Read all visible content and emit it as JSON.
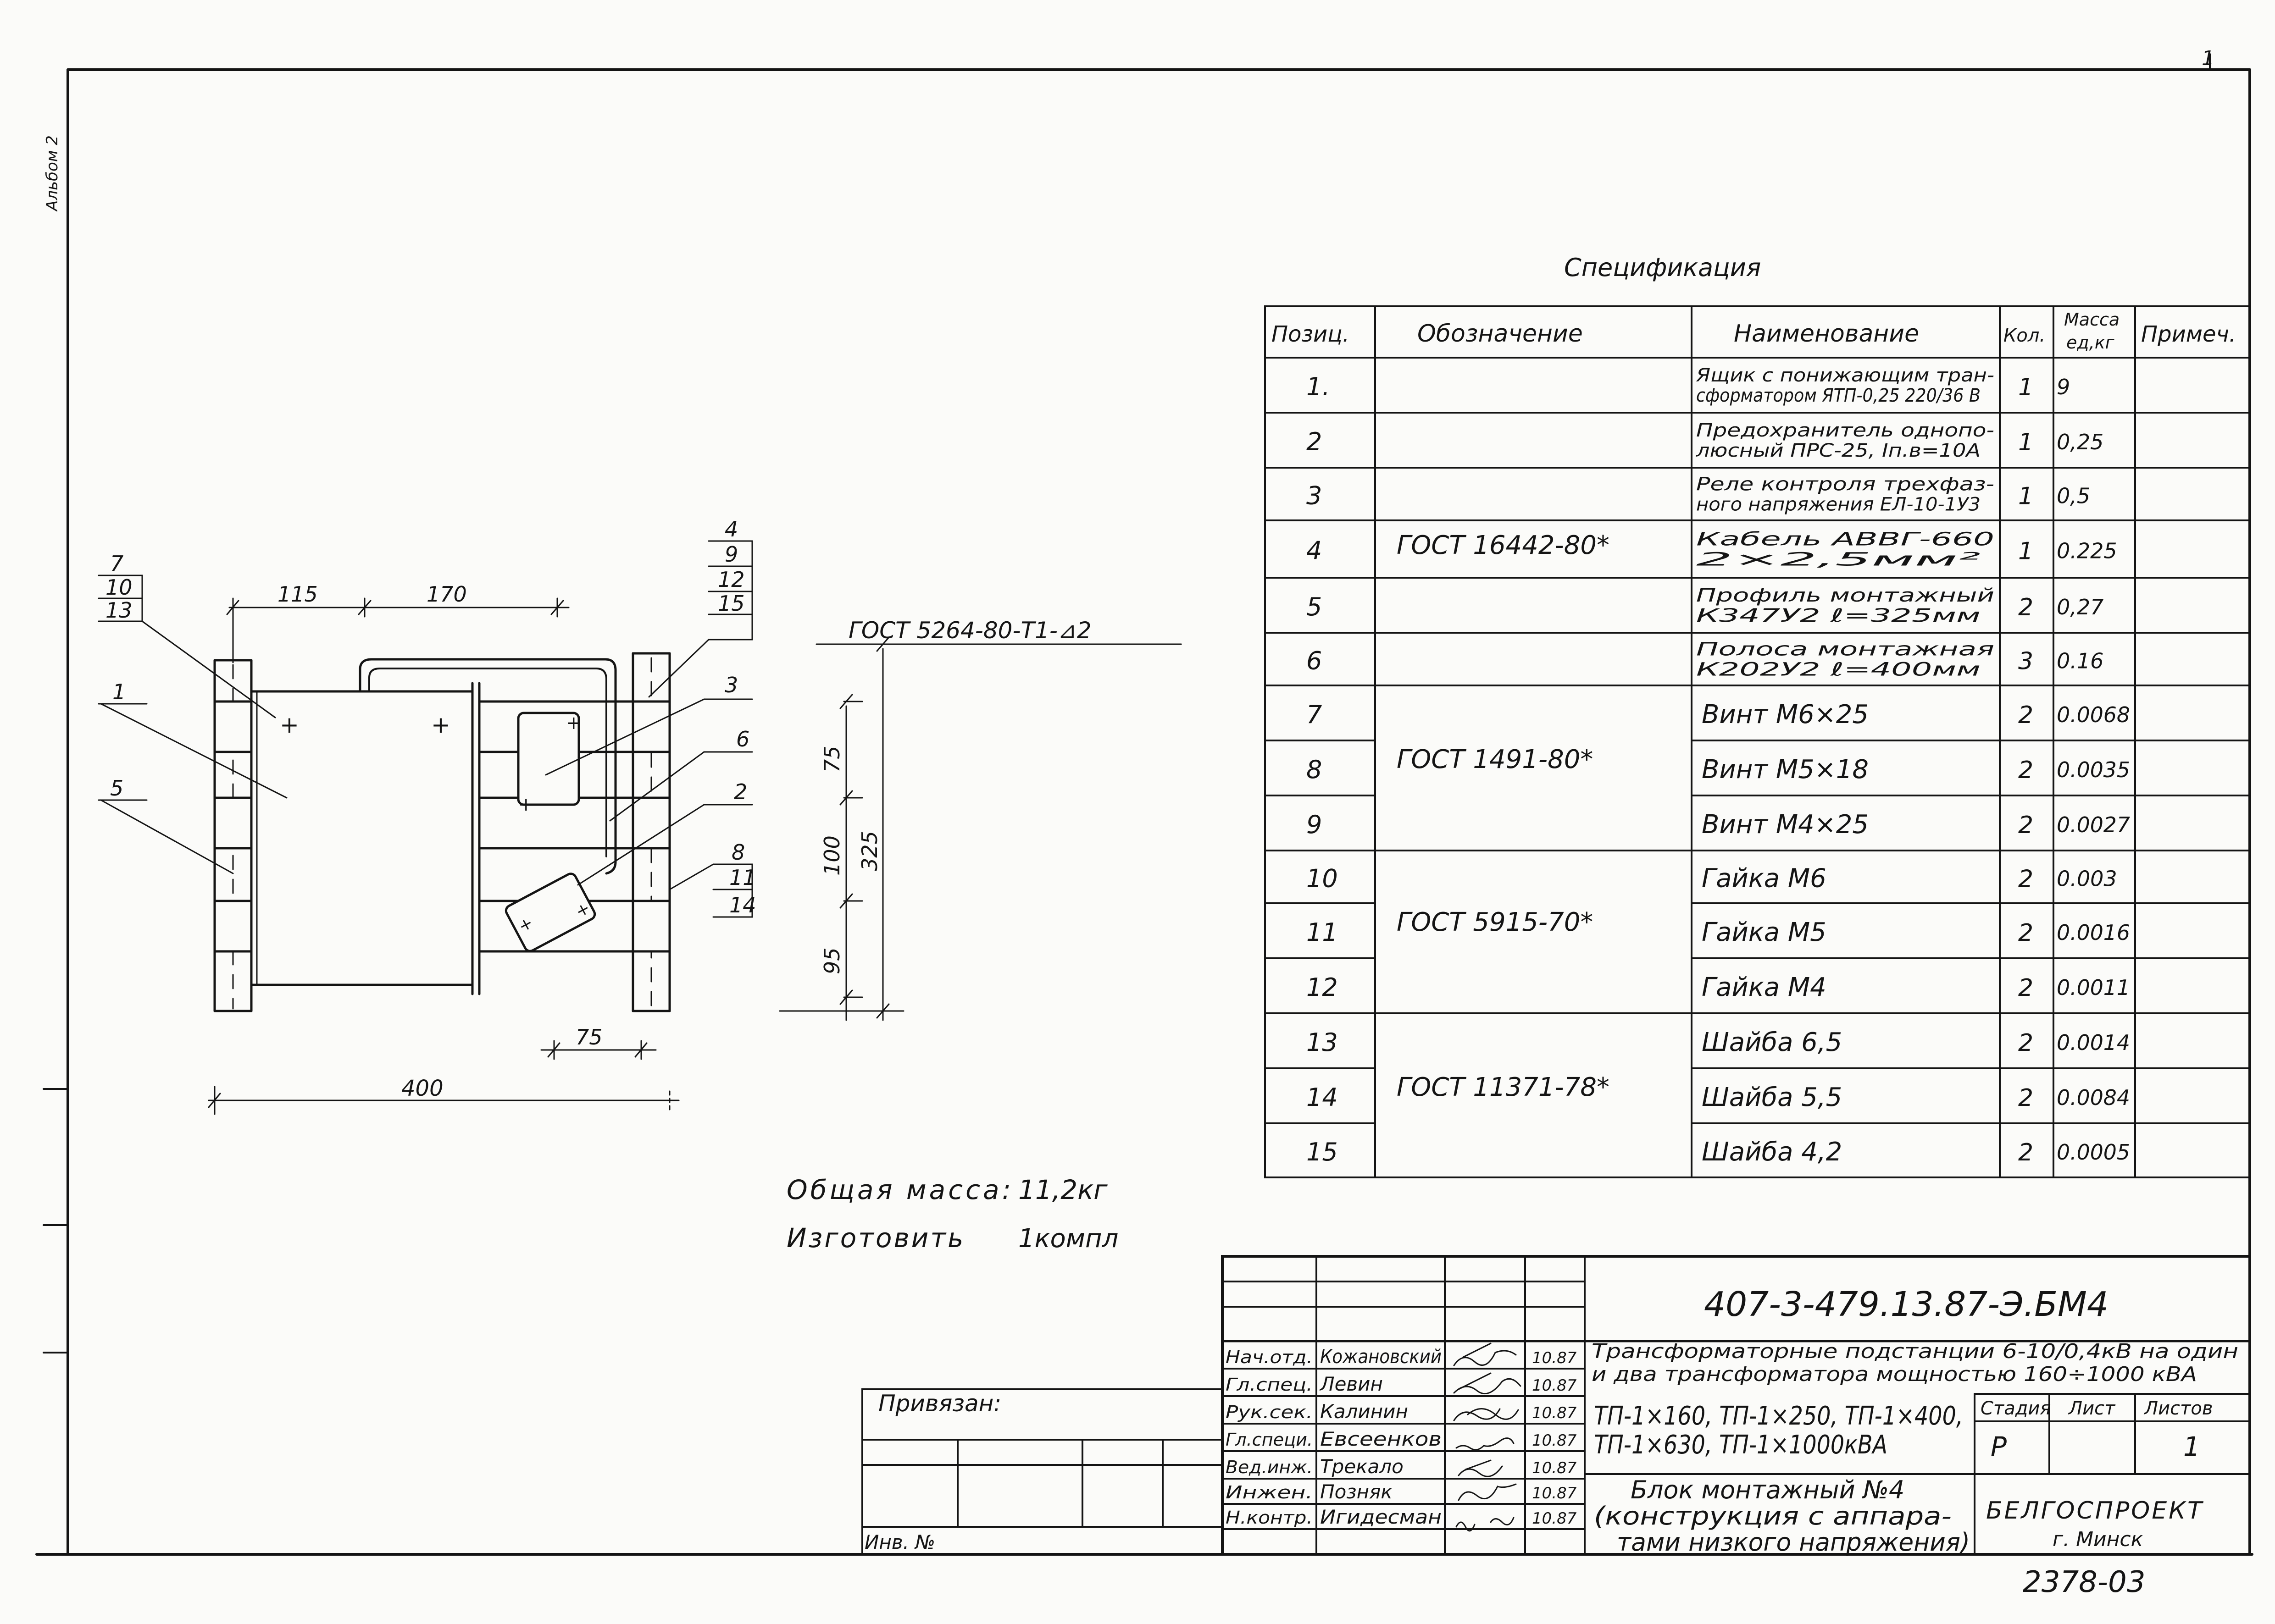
{
  "margin_note": "Альбом 2",
  "top_mark": "1",
  "spec": {
    "title": "Спецификация",
    "headers": {
      "pos": "Позиц.",
      "designation": "Обозначение",
      "name": "Наименование",
      "qty": "Кол.",
      "mass_l1": "Масса",
      "mass_l2": "ед,кг",
      "note": "Примеч."
    },
    "rows": [
      {
        "pos": "1.",
        "name": [
          "Ящик с понижающим тран-",
          "сформатором ЯТП-0,25 220/36 В"
        ],
        "qty": "1",
        "mass": "9"
      },
      {
        "pos": "2",
        "name": [
          "Предохранитель однопо-",
          "люсный ПРС-25, Iп.в=10А"
        ],
        "qty": "1",
        "mass": "0,25"
      },
      {
        "pos": "3",
        "name": [
          "Реле контроля трехфаз-",
          "ного напряжения ЕЛ-10-1У3"
        ],
        "qty": "1",
        "mass": "0,5"
      },
      {
        "pos": "4",
        "name": [
          "Кабель АВВГ-660",
          "2×2,5мм²"
        ],
        "qty": "1",
        "mass": "0.225"
      },
      {
        "pos": "5",
        "name": [
          "Профиль монтажный",
          "К347У2 ℓ=325мм"
        ],
        "qty": "2",
        "mass": "0,27"
      },
      {
        "pos": "6",
        "name": [
          "Полоса монтажная",
          "К202У2 ℓ=400мм"
        ],
        "qty": "3",
        "mass": "0.16"
      },
      {
        "pos": "7",
        "name": [
          "Винт М6×25"
        ],
        "qty": "2",
        "mass": "0.0068"
      },
      {
        "pos": "8",
        "name": [
          "Винт М5×18"
        ],
        "qty": "2",
        "mass": "0.0035"
      },
      {
        "pos": "9",
        "name": [
          "Винт М4×25"
        ],
        "qty": "2",
        "mass": "0.0027"
      },
      {
        "pos": "10",
        "name": [
          "Гайка М6"
        ],
        "qty": "2",
        "mass": "0.003"
      },
      {
        "pos": "11",
        "name": [
          "Гайка М5"
        ],
        "qty": "2",
        "mass": "0.0016"
      },
      {
        "pos": "12",
        "name": [
          "Гайка М4"
        ],
        "qty": "2",
        "mass": "0.0011"
      },
      {
        "pos": "13",
        "name": [
          "Шайба 6,5"
        ],
        "qty": "2",
        "mass": "0.0014"
      },
      {
        "pos": "14",
        "name": [
          "Шайба 5,5"
        ],
        "qty": "2",
        "mass": "0.0084"
      },
      {
        "pos": "15",
        "name": [
          "Шайба 4,2"
        ],
        "qty": "2",
        "mass": "0.0005"
      }
    ],
    "designations": [
      {
        "text": "ГОСТ 16442-80*"
      },
      {
        "text": "ГОСТ 1491-80*"
      },
      {
        "text": "ГОСТ 5915-70*"
      },
      {
        "text": "ГОСТ 11371-78*"
      }
    ]
  },
  "drawing": {
    "weld_note": "ГОСТ 5264-80-Т1-⊿2",
    "dims": {
      "d115": "115",
      "d170": "170",
      "d75_top": "75",
      "d100": "100",
      "d95": "95",
      "d325": "325",
      "d75_bottom": "75",
      "d400": "400"
    },
    "leaders": {
      "l7": "7",
      "l10": "10",
      "l13": "13",
      "l1": "1",
      "l5": "5",
      "l4": "4",
      "l9": "9",
      "l12": "12",
      "l15": "15",
      "l3": "3",
      "l6": "6",
      "l2": "2",
      "l8": "8",
      "l11": "11",
      "l14": "14"
    }
  },
  "notes": {
    "mass_label": "Общая масса:",
    "mass_value": "11,2кг",
    "make_label": "Изготовить",
    "make_value": "1компл"
  },
  "title_block": {
    "doc_code": "407-3-479.13.87-Э.БМ4",
    "title_line1": "Трансформаторные подстанции 6-10/0,4кВ на один",
    "title_line2": "и два трансформатора мощностью 160÷1000 кВА",
    "subtitle_line1": "ТП-1×160, ТП-1×250, ТП-1×400,",
    "subtitle_line2": "ТП-1×630, ТП-1×1000кВА",
    "block_line1": "Блок монтажный №4",
    "block_line2": "(конструкция с аппара-",
    "block_line3": "тами низкого напряжения)",
    "stage_label": "Стадия",
    "sheet_label": "Лист",
    "sheets_label": "Листов",
    "stage": "Р",
    "sheets": "1",
    "org": "БЕЛГОСПРОЕКТ",
    "city": "г. Минск",
    "bound_label": "Привязан:",
    "inv_label": "Инв. №",
    "sheet_number": "2378-03",
    "signers": [
      {
        "role": "Нач.отд.",
        "name": "Кожановский",
        "date": "10.87"
      },
      {
        "role": "Гл.спец.",
        "name": "Левин",
        "date": "10.87"
      },
      {
        "role": "Рук.сек.",
        "name": "Калинин",
        "date": "10.87"
      },
      {
        "role": "Гл.специ.",
        "name": "Евсеенков",
        "date": "10.87"
      },
      {
        "role": "Вед.инж.",
        "name": "Трекало",
        "date": "10.87"
      },
      {
        "role": "Инжен.",
        "name": "Позняк",
        "date": "10.87"
      },
      {
        "role": "Н.контр.",
        "name": "Игидесман",
        "date": "10.87"
      }
    ]
  }
}
